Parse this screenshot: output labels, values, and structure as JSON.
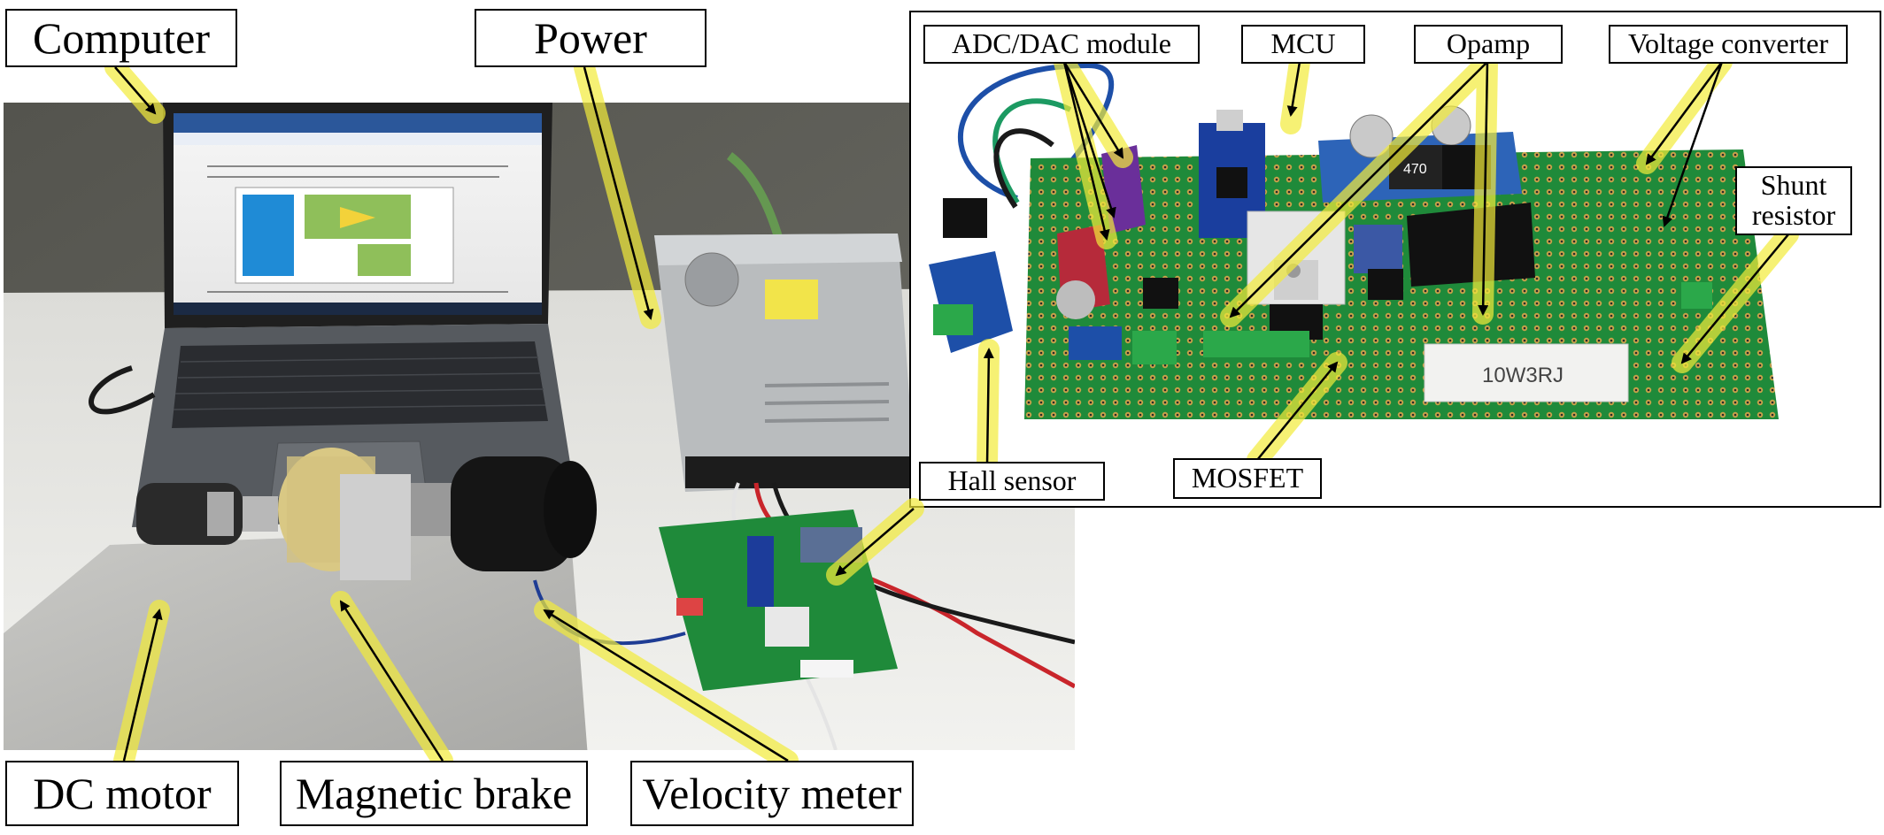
{
  "labels": {
    "computer": "Computer",
    "power": "Power",
    "dc_motor": "DC motor",
    "magnetic_brake": "Magnetic brake",
    "velocity_meter": "Velocity meter",
    "adc_dac": "ADC/DAC module",
    "mcu": "MCU",
    "opamp": "Opamp",
    "voltage_converter": "Voltage converter",
    "shunt_resistor_line1": "Shunt",
    "shunt_resistor_line2": "resistor",
    "hall_sensor": "Hall sensor",
    "mosfet": "MOSFET"
  },
  "board_text": {
    "resistor_marking": "10W3RJ",
    "capacitor_marking": "470"
  },
  "colors": {
    "pcb_green": "#1f8a3a",
    "highlight_yellow": "#f3ec3a",
    "floor_gray": "#5f5f57",
    "table_white": "#e9e8e4"
  }
}
